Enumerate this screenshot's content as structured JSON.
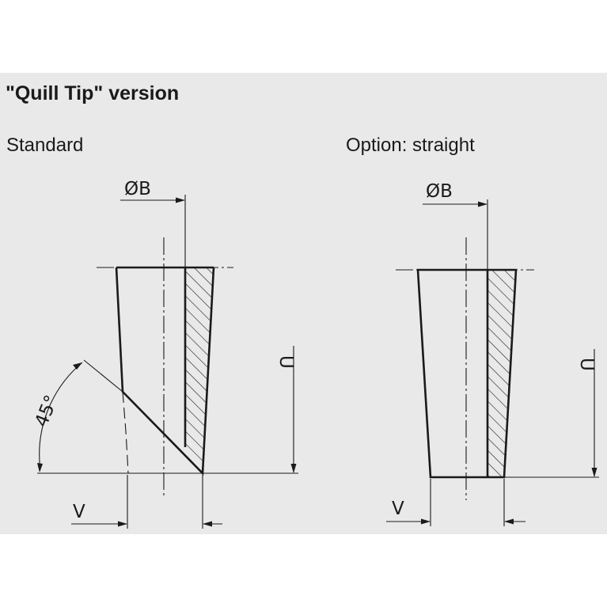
{
  "title": "\"Quill Tip\" version",
  "views": [
    {
      "caption": "Standard",
      "dim_diameter": "ØB",
      "dim_length": "U",
      "dim_offset": "V",
      "angle": "45°"
    },
    {
      "caption": "Option: straight",
      "dim_diameter": "ØB",
      "dim_length": "U",
      "dim_offset": "V"
    }
  ]
}
